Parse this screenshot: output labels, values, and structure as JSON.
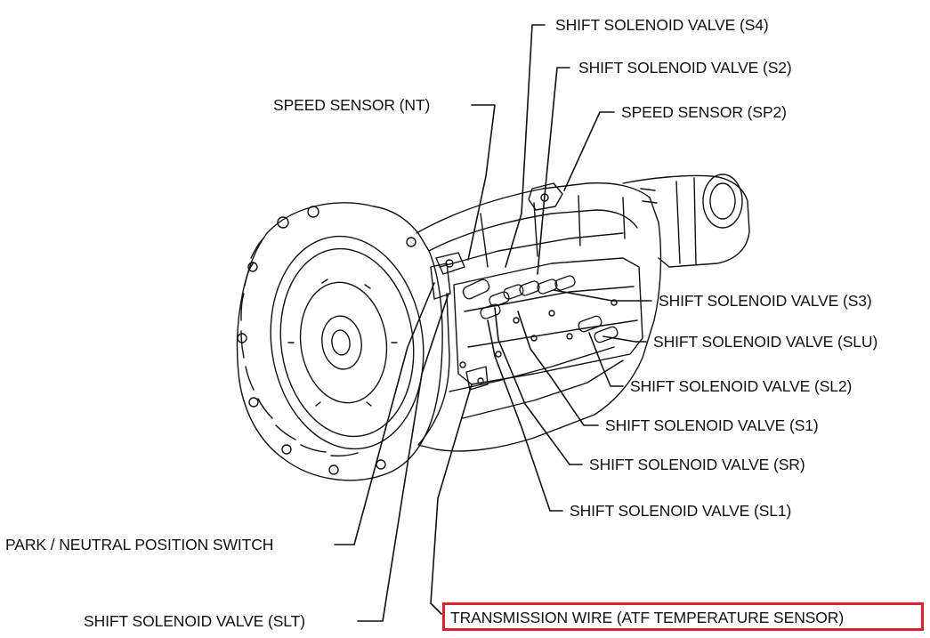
{
  "labels": {
    "s4": "SHIFT SOLENOID VALVE  (S4)",
    "s2": "SHIFT SOLENOID VALVE  (S2)",
    "sp2": "SPEED SENSOR  (SP2)",
    "nt": "SPEED SENSOR  (NT)",
    "s3": "SHIFT SOLENOID VALVE  (S3)",
    "slu": "SHIFT SOLENOID VALVE  (SLU)",
    "sl2": "SHIFT SOLENOID VALVE  (SL2)",
    "s1": "SHIFT SOLENOID VALVE  (S1)",
    "sr": "SHIFT SOLENOID VALVE  (SR)",
    "sl1": "SHIFT SOLENOID VALVE  (SL1)",
    "pnp": "PARK / NEUTRAL POSITION SWITCH",
    "slt": "SHIFT SOLENOID VALVE  (SLT)",
    "wire": "TRANSMISSION WIRE  (ATF TEMPERATURE SENSOR)"
  },
  "colors": {
    "line": "#111111",
    "highlight": "#e0202a"
  }
}
